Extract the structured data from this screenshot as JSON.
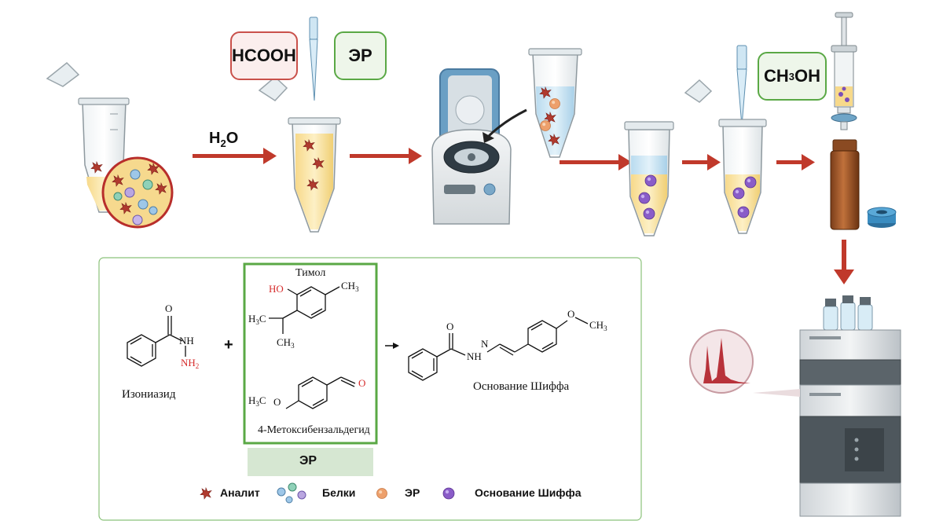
{
  "workflow": {
    "water_label_main": "H",
    "water_label_sub": "2",
    "water_label_end": "O",
    "reagent_acid": "HCOOH",
    "reagent_des": "ЭР",
    "reagent_methanol_a": "CH",
    "reagent_methanol_sub": "3",
    "reagent_methanol_b": "OH"
  },
  "reaction": {
    "isoniazid_name": "Изониазид",
    "thymol_name": "Тимол",
    "aldehyde_name": "4-Метоксибензальдегид",
    "product_name": "Основание Шиффа",
    "plus_sign": "+",
    "des_label": "ЭР",
    "atoms": {
      "O": "O",
      "NH": "NH",
      "NH2_a": "NH",
      "NH2_sub": "2",
      "HO": "HO",
      "CH3_a": "CH",
      "CH3_sub": "3",
      "H3C_a": "H",
      "H3C_sub": "3",
      "H3C_b": "C",
      "NH_prod": "NH",
      "N_prod": "N"
    }
  },
  "legend": [
    {
      "icon": "analyte-star-icon",
      "label": "Аналит"
    },
    {
      "icon": "protein-cells-icon",
      "label": "Белки"
    },
    {
      "icon": "des-droplet-icon",
      "label": "ЭР"
    },
    {
      "icon": "schiff-base-sphere-icon",
      "label": "Основание Шиффа"
    }
  ],
  "colors": {
    "arrow": "#c0392b",
    "acid_border": "#c9504a",
    "green_border": "#5aa845",
    "panel_border": "#8bc27a",
    "des_bar": "#d6e7d2",
    "analyte": "#b03a2e",
    "schiff": "#7b4fb8",
    "des": "#e8a06a",
    "chem_red": "#d62b2b"
  }
}
